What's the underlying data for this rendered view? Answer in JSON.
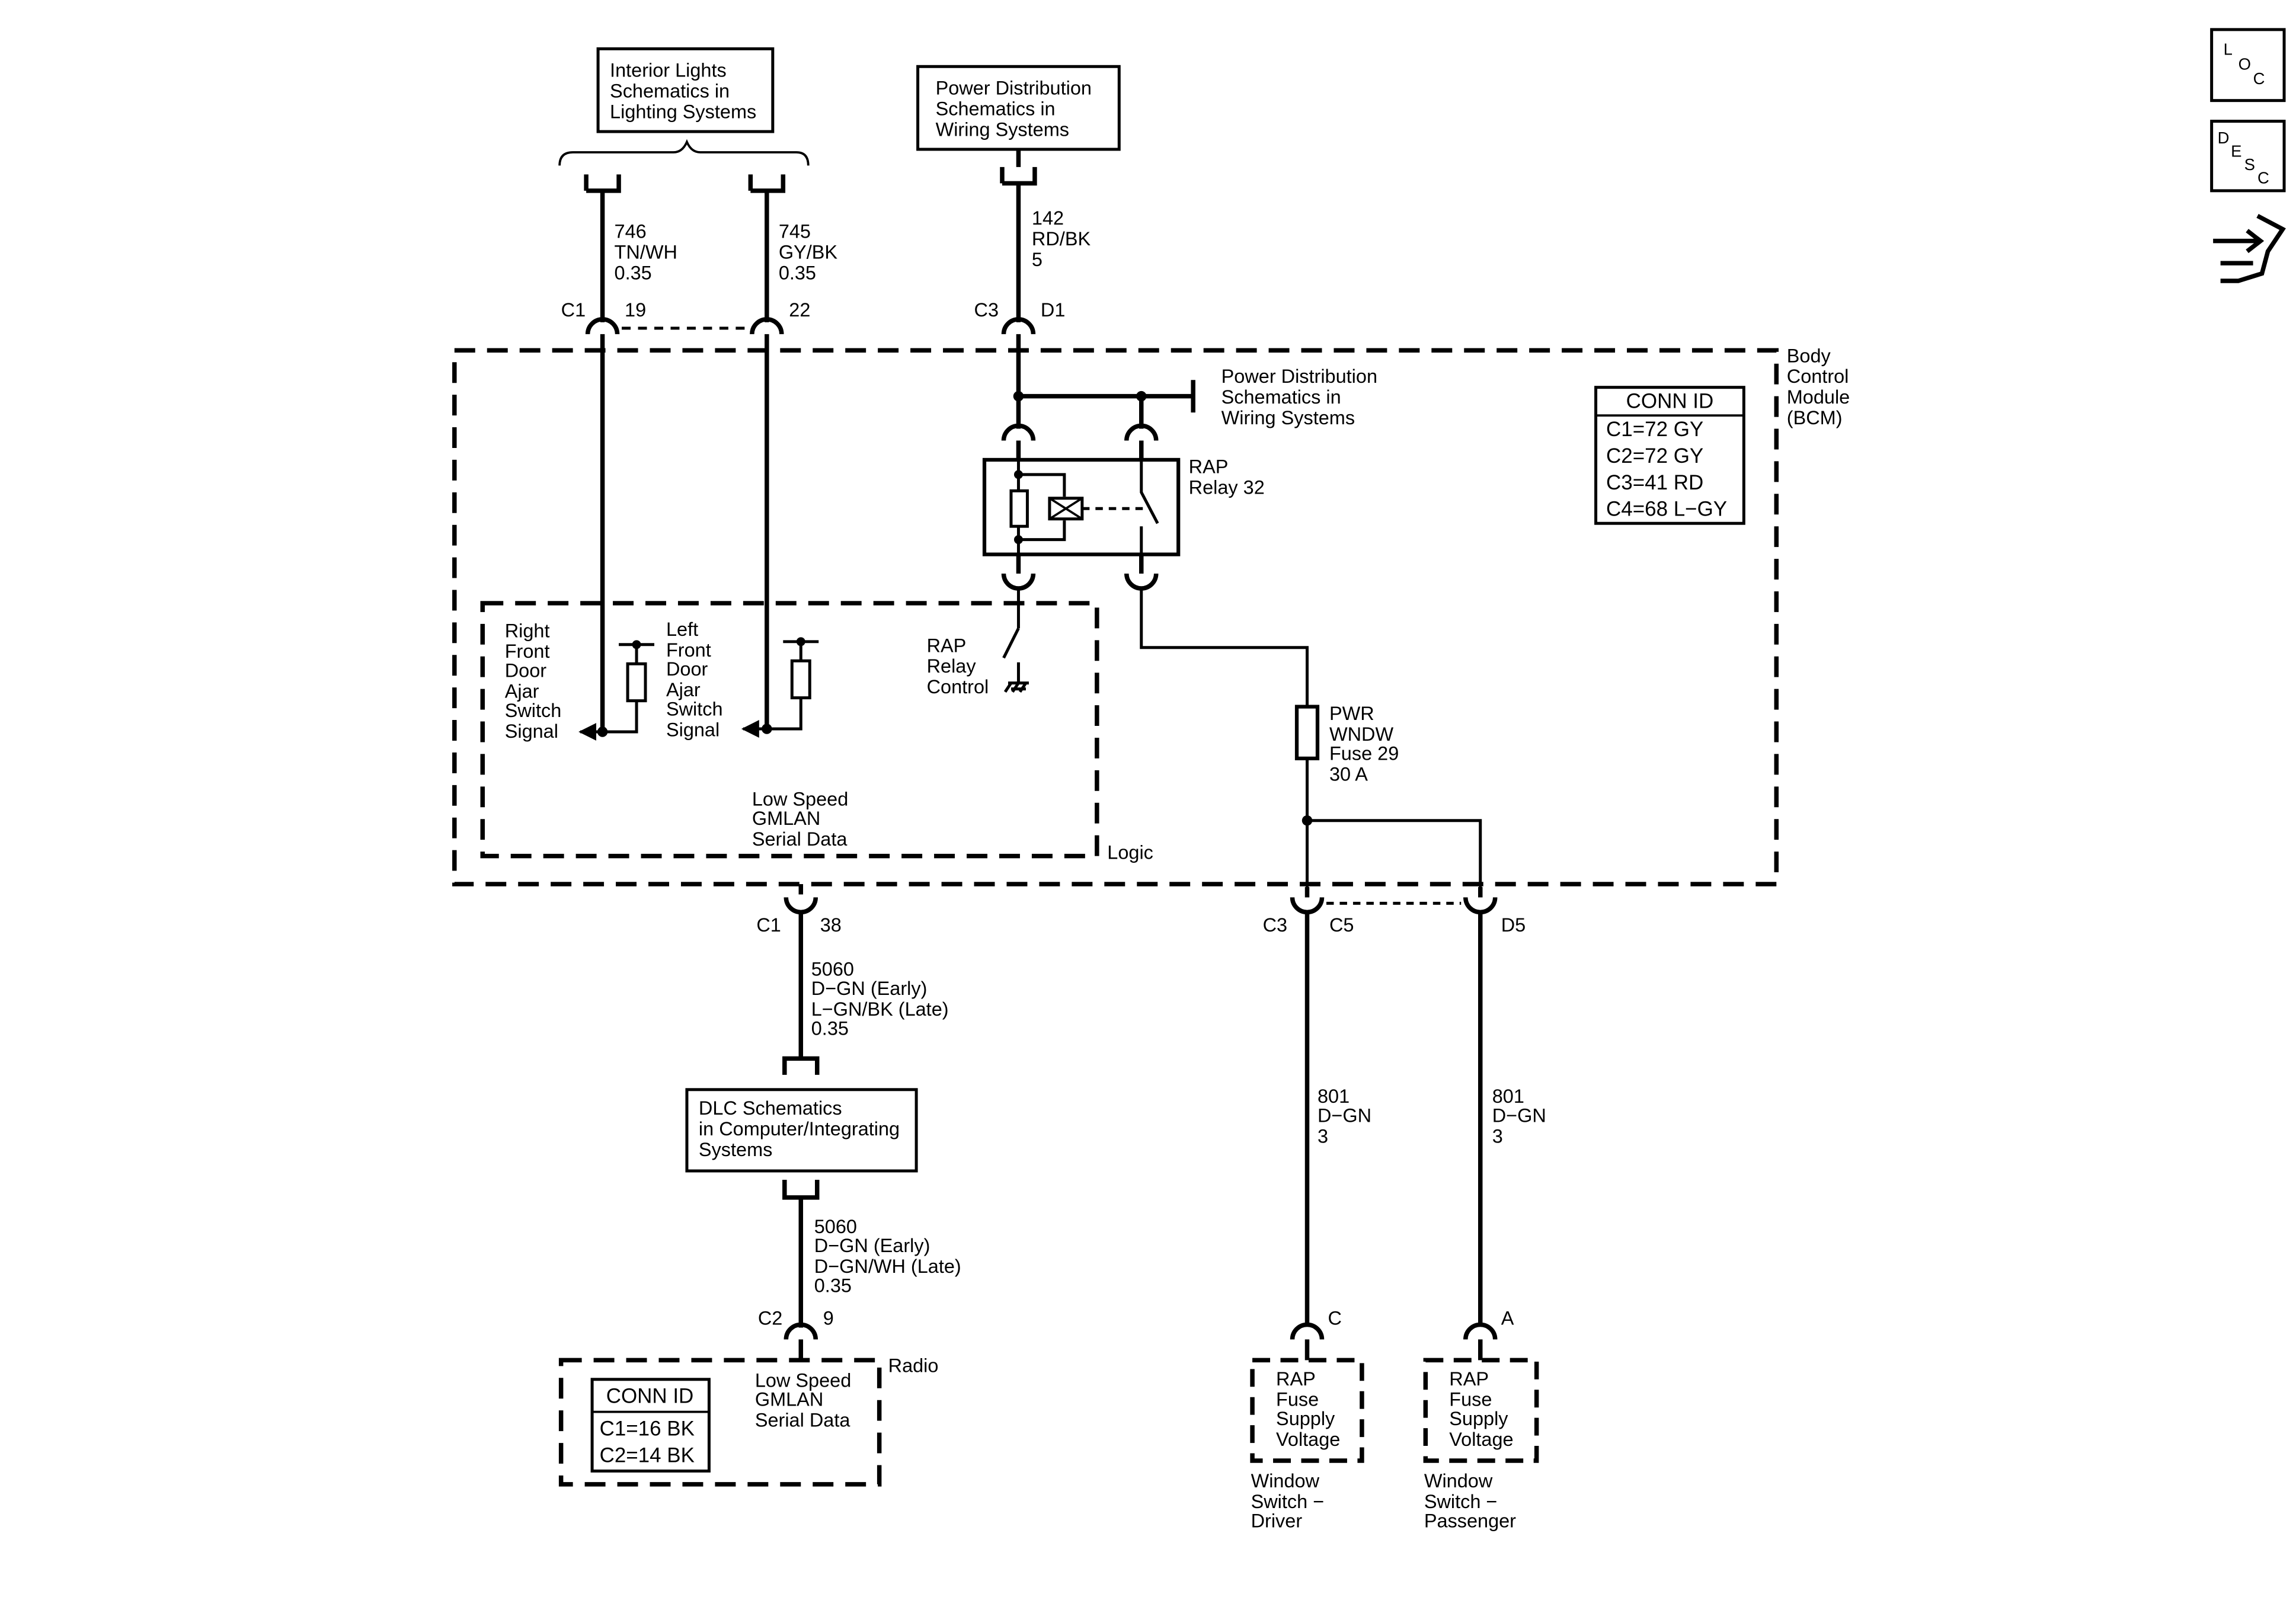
{
  "side_icons": {
    "loc": [
      "L",
      "O",
      "C"
    ],
    "desc": [
      "D",
      "E",
      "S",
      "C"
    ]
  },
  "top_refs": {
    "interior_lights": [
      "Interior Lights",
      "Schematics in",
      "Lighting Systems"
    ],
    "power_dist": [
      "Power Distribution",
      "Schematics in",
      "Wiring Systems"
    ]
  },
  "wires": {
    "w746": [
      "746",
      "TN/WH",
      "0.35"
    ],
    "w745": [
      "745",
      "GY/BK",
      "0.35"
    ],
    "w142": [
      "142",
      "RD/BK",
      "5"
    ],
    "w5060a": [
      "5060",
      "D−GN (Early)",
      "L−GN/BK (Late)",
      "0.35"
    ],
    "w5060b": [
      "5060",
      "D−GN (Early)",
      "D−GN/WH (Late)",
      "0.35"
    ],
    "w801_driver": [
      "801",
      "D−GN",
      "3"
    ],
    "w801_pass": [
      "801",
      "D−GN",
      "3"
    ]
  },
  "pins": {
    "c1": "C1",
    "p19": "19",
    "p22": "22",
    "c3": "C3",
    "d1": "D1",
    "c1b": "C1",
    "p38": "38",
    "c3b": "C3",
    "c5": "C5",
    "d5": "D5",
    "c2": "C2",
    "p9": "9",
    "pin_c": "C",
    "pin_a": "A"
  },
  "bcm": {
    "label": [
      "Body",
      "Control",
      "Module",
      "(BCM)"
    ],
    "power_dist_ref": [
      "Power Distribution",
      "Schematics in",
      "Wiring Systems"
    ],
    "relay_label": [
      "RAP",
      "Relay 32"
    ],
    "relay_control": [
      "RAP",
      "Relay",
      "Control"
    ],
    "right_door": [
      "Right",
      "Front",
      "Door",
      "Ajar",
      "Switch",
      "Signal"
    ],
    "left_door": [
      "Left",
      "Front",
      "Door",
      "Ajar",
      "Switch",
      "Signal"
    ],
    "serial": [
      "Low Speed",
      "GMLAN",
      "Serial Data"
    ],
    "logic": "Logic",
    "fuse": [
      "PWR",
      "WNDW",
      "Fuse 29",
      "30 A"
    ],
    "conn_title": "CONN ID",
    "conn_rows": [
      "C1=72 GY",
      "C2=72 GY",
      "C3=41 RD",
      "C4=68 L−GY"
    ]
  },
  "dlc": [
    "DLC Schematics",
    "in Computer/Integrating",
    "Systems"
  ],
  "radio": {
    "label": "Radio",
    "conn_title": "CONN ID",
    "conn_rows": [
      "C1=16 BK",
      "C2=14 BK"
    ],
    "serial": [
      "Low Speed",
      "GMLAN",
      "Serial Data"
    ]
  },
  "window_switches": {
    "driver": {
      "box": [
        "RAP",
        "Fuse",
        "Supply",
        "Voltage"
      ],
      "name": [
        "Window",
        "Switch −",
        "Driver"
      ]
    },
    "passenger": {
      "box": [
        "RAP",
        "Fuse",
        "Supply",
        "Voltage"
      ],
      "name": [
        "Window",
        "Switch −",
        "Passenger"
      ]
    }
  }
}
